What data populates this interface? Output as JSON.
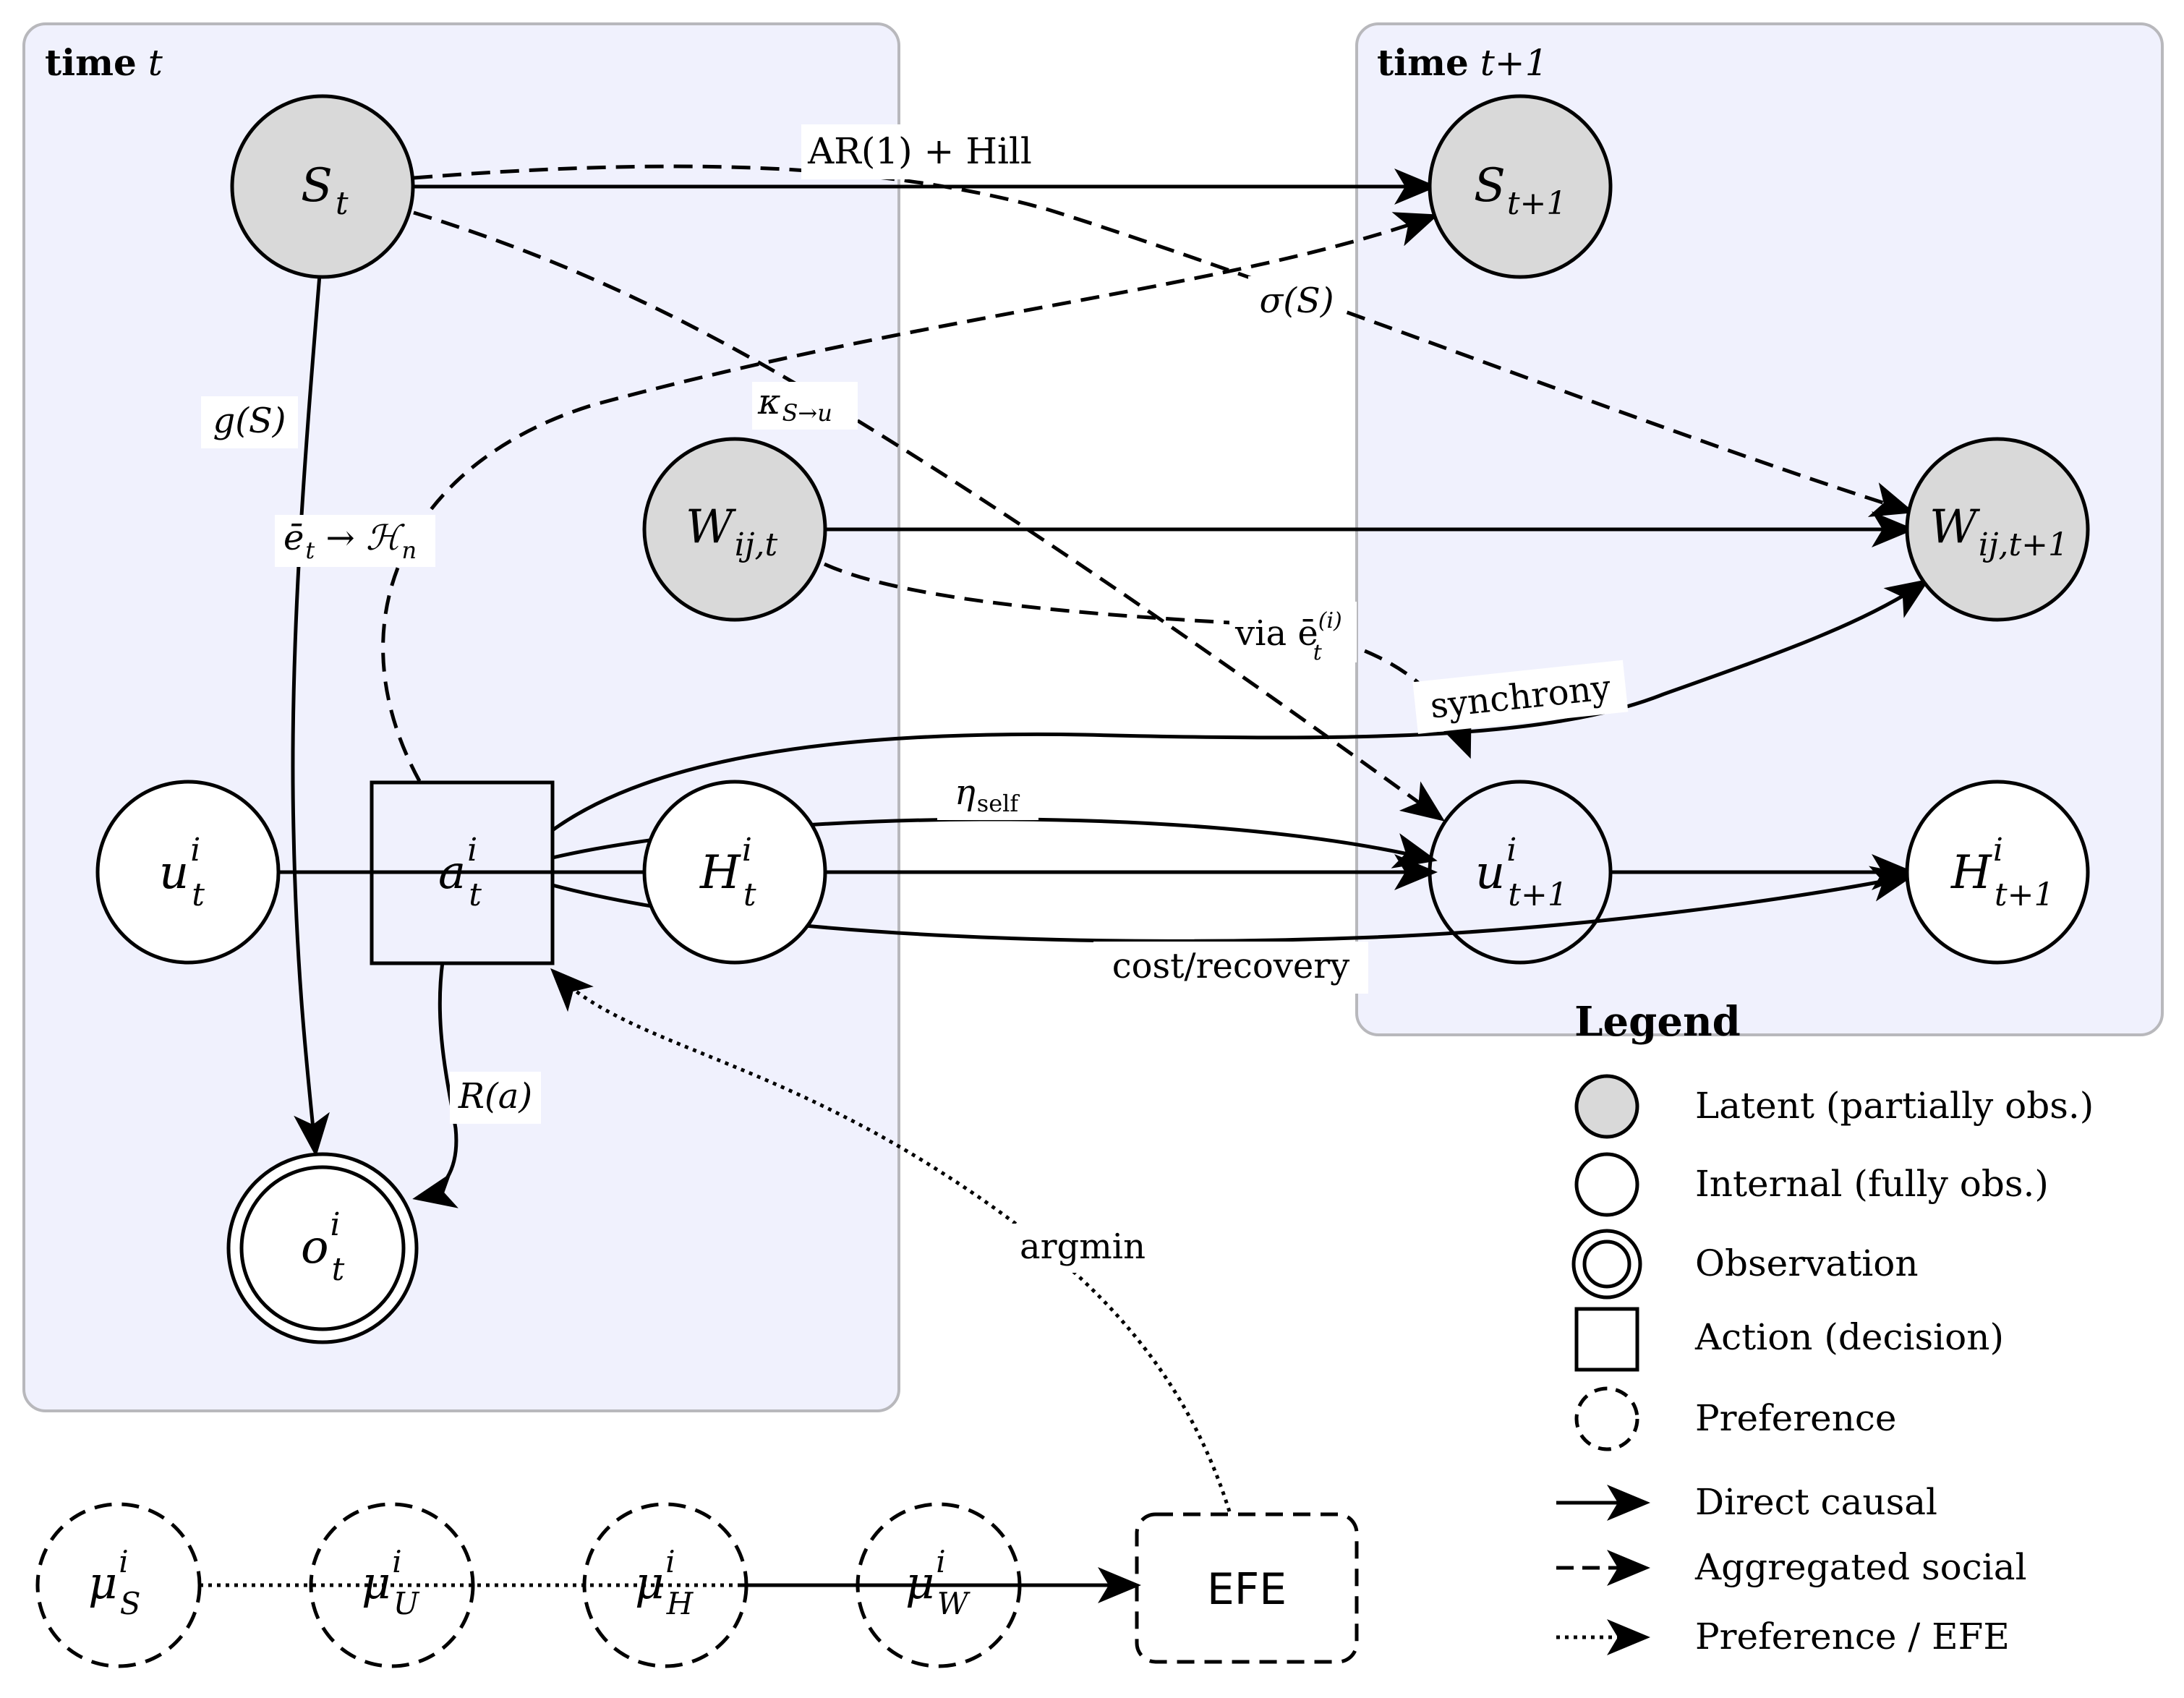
{
  "panels": {
    "t": {
      "title_bold": "time",
      "title_var": "t"
    },
    "t1": {
      "title_bold": "time",
      "title_var": "t+1"
    }
  },
  "nodes": {
    "S_t": {
      "base": "S",
      "sub": "t",
      "sup": "",
      "kind": "latent"
    },
    "W_t": {
      "base": "W",
      "sub": "ij,t",
      "sup": "",
      "kind": "latent"
    },
    "u_t": {
      "base": "u",
      "sub": "t",
      "sup": "i",
      "kind": "internal"
    },
    "a_t": {
      "base": "a",
      "sub": "t",
      "sup": "i",
      "kind": "action"
    },
    "H_t": {
      "base": "H",
      "sub": "t",
      "sup": "i",
      "kind": "internal"
    },
    "o_t": {
      "base": "o",
      "sub": "t",
      "sup": "i",
      "kind": "observation"
    },
    "S_t1": {
      "base": "S",
      "sub": "t+1",
      "sup": "",
      "kind": "latent"
    },
    "W_t1": {
      "base": "W",
      "sub": "ij,t+1",
      "sup": "",
      "kind": "latent"
    },
    "u_t1": {
      "base": "u",
      "sub": "t+1",
      "sup": "i",
      "kind": "internal"
    },
    "H_t1": {
      "base": "H",
      "sub": "t+1",
      "sup": "i",
      "kind": "internal"
    },
    "mu_S": {
      "base": "μ",
      "sub": "S",
      "sup": "i",
      "kind": "preference"
    },
    "mu_U": {
      "base": "μ",
      "sub": "U",
      "sup": "i",
      "kind": "preference"
    },
    "mu_H": {
      "base": "μ",
      "sub": "H",
      "sup": "i",
      "kind": "preference"
    },
    "mu_W": {
      "base": "μ",
      "sub": "W",
      "sup": "i",
      "kind": "preference"
    },
    "efe": {
      "label": "EFE"
    }
  },
  "edge_labels": {
    "ar_hill": "AR(1) + Hill",
    "sigma_s": "σ(S)",
    "kappa": "κ",
    "kappa_sub": "S→u",
    "g_s": "g(S)",
    "e_to_h": "ē",
    "e_to_h_sub": "t",
    "e_to_h_tail": " → ℋ",
    "e_to_h_tail_sub": "n",
    "via_e": "via ē",
    "via_e_sup": "(i)",
    "via_e_sub": "t",
    "synchrony": "synchrony",
    "eta_self": "η",
    "eta_self_sub": "self",
    "cost_recovery": "cost/recovery",
    "r_a": "R(a)",
    "argmin": "argmin"
  },
  "legend": {
    "title": "Legend",
    "items": [
      "Latent (partially obs.)",
      "Internal (fully obs.)",
      "Observation",
      "Action (decision)",
      "Preference",
      "Direct causal",
      "Aggregated social",
      "Preference / EFE"
    ]
  },
  "colors": {
    "panel_fill": "#f0f1fd",
    "panel_stroke": "#b8b8bc",
    "latent_fill": "#d9d9d9",
    "node_stroke": "#000000"
  }
}
